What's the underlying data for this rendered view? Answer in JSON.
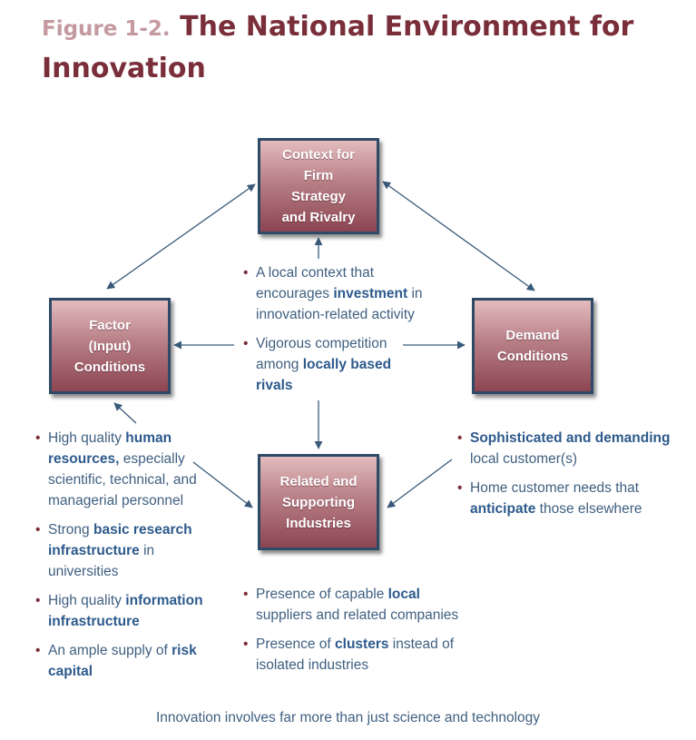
{
  "figure_label": "Figure 1-2.",
  "figure_title": "The National Environment for Innovation",
  "boxes": {
    "context": "Context for\nFirm\nStrategy\nand Rivalry",
    "factor": "Factor\n(Input)\nConditions",
    "demand": "Demand\nConditions",
    "related": "Related and\nSupporting\nIndustries"
  },
  "context_bullets": [
    [
      {
        "t": "A local context that encourages ",
        "b": false
      },
      {
        "t": "investment",
        "b": true
      },
      {
        "t": " in innovation-related activity",
        "b": false
      }
    ],
    [
      {
        "t": "Vigorous competition among ",
        "b": false
      },
      {
        "t": "locally based rivals",
        "b": true
      }
    ]
  ],
  "factor_bullets": [
    [
      {
        "t": "High quality ",
        "b": false
      },
      {
        "t": "human resources,",
        "b": true
      },
      {
        "t": " especially scientific, technical, and managerial personnel",
        "b": false
      }
    ],
    [
      {
        "t": "Strong ",
        "b": false
      },
      {
        "t": "basic research infrastructure",
        "b": true
      },
      {
        "t": " in universities",
        "b": false
      }
    ],
    [
      {
        "t": "High quality ",
        "b": false
      },
      {
        "t": "information infrastructure",
        "b": true
      }
    ],
    [
      {
        "t": "An ample supply of ",
        "b": false
      },
      {
        "t": "risk capital",
        "b": true
      }
    ]
  ],
  "demand_bullets": [
    [
      {
        "t": "Sophisticated and demanding",
        "b": true
      },
      {
        "t": " local customer(s)",
        "b": false
      }
    ],
    [
      {
        "t": "Home customer needs that ",
        "b": false
      },
      {
        "t": "anticipate",
        "b": true
      },
      {
        "t": " those elsewhere",
        "b": false
      }
    ]
  ],
  "related_bullets": [
    [
      {
        "t": "Presence of capable ",
        "b": false
      },
      {
        "t": "local",
        "b": true
      },
      {
        "t": " suppliers and related companies",
        "b": false
      }
    ],
    [
      {
        "t": "Presence of ",
        "b": false
      },
      {
        "t": "clusters",
        "b": true
      },
      {
        "t": " instead of isolated industries",
        "b": false
      }
    ]
  ],
  "caption": "Innovation involves far more than just science and technology",
  "colors": {
    "title": "#7a2e3a",
    "figure_label": "#c49aa0",
    "box_border": "#2f4a66",
    "box_fill_top": "#e3bcbd",
    "box_fill_bottom": "#8c4552",
    "text": "#3f5f80",
    "bold_text": "#2d5a8c",
    "arrow": "#3a5a7a"
  }
}
